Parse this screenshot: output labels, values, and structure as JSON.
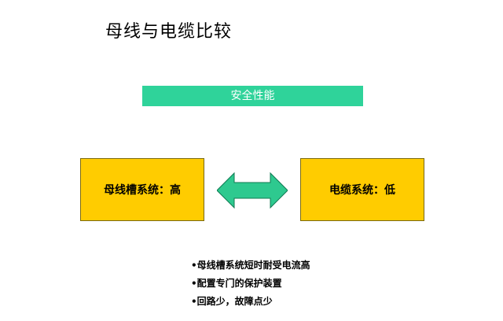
{
  "title": "母线与电缆比较",
  "banner": "安全性能",
  "left_box": "母线槽系统：高",
  "right_box": "电缆系统：低",
  "bullet_mark": "•",
  "bullets": [
    "母线槽系统短时耐受电流高",
    "配置专门的保护装置",
    "回路少，故障点少"
  ],
  "colors": {
    "banner": "#2fd39a",
    "box": "#ffcc00",
    "arrow": "#2ec98f"
  }
}
